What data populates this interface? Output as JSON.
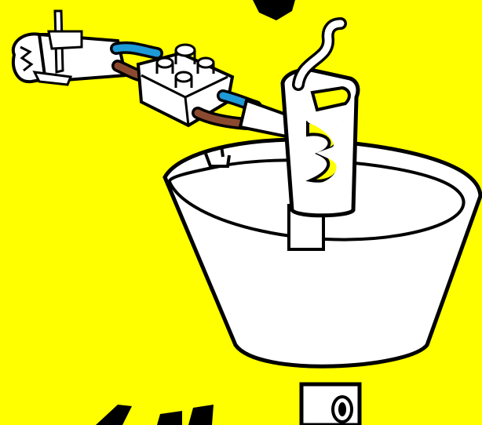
{
  "colors": {
    "background": "#ffff00",
    "outline": "#000000",
    "white": "#ffffff",
    "live_wire": "#8b4a2f",
    "neutral_wire": "#1e9ad6",
    "cable_sheath": "#ffffff"
  },
  "illustration": {
    "subject": "ceiling-rose-cord-grip-wiring",
    "parts": [
      "flex-cable-end",
      "brown-live-wire",
      "blue-neutral-wire",
      "connector-block",
      "cord-grip-bracket",
      "lamp-holder-cover",
      "cable-outlet-bush"
    ]
  }
}
